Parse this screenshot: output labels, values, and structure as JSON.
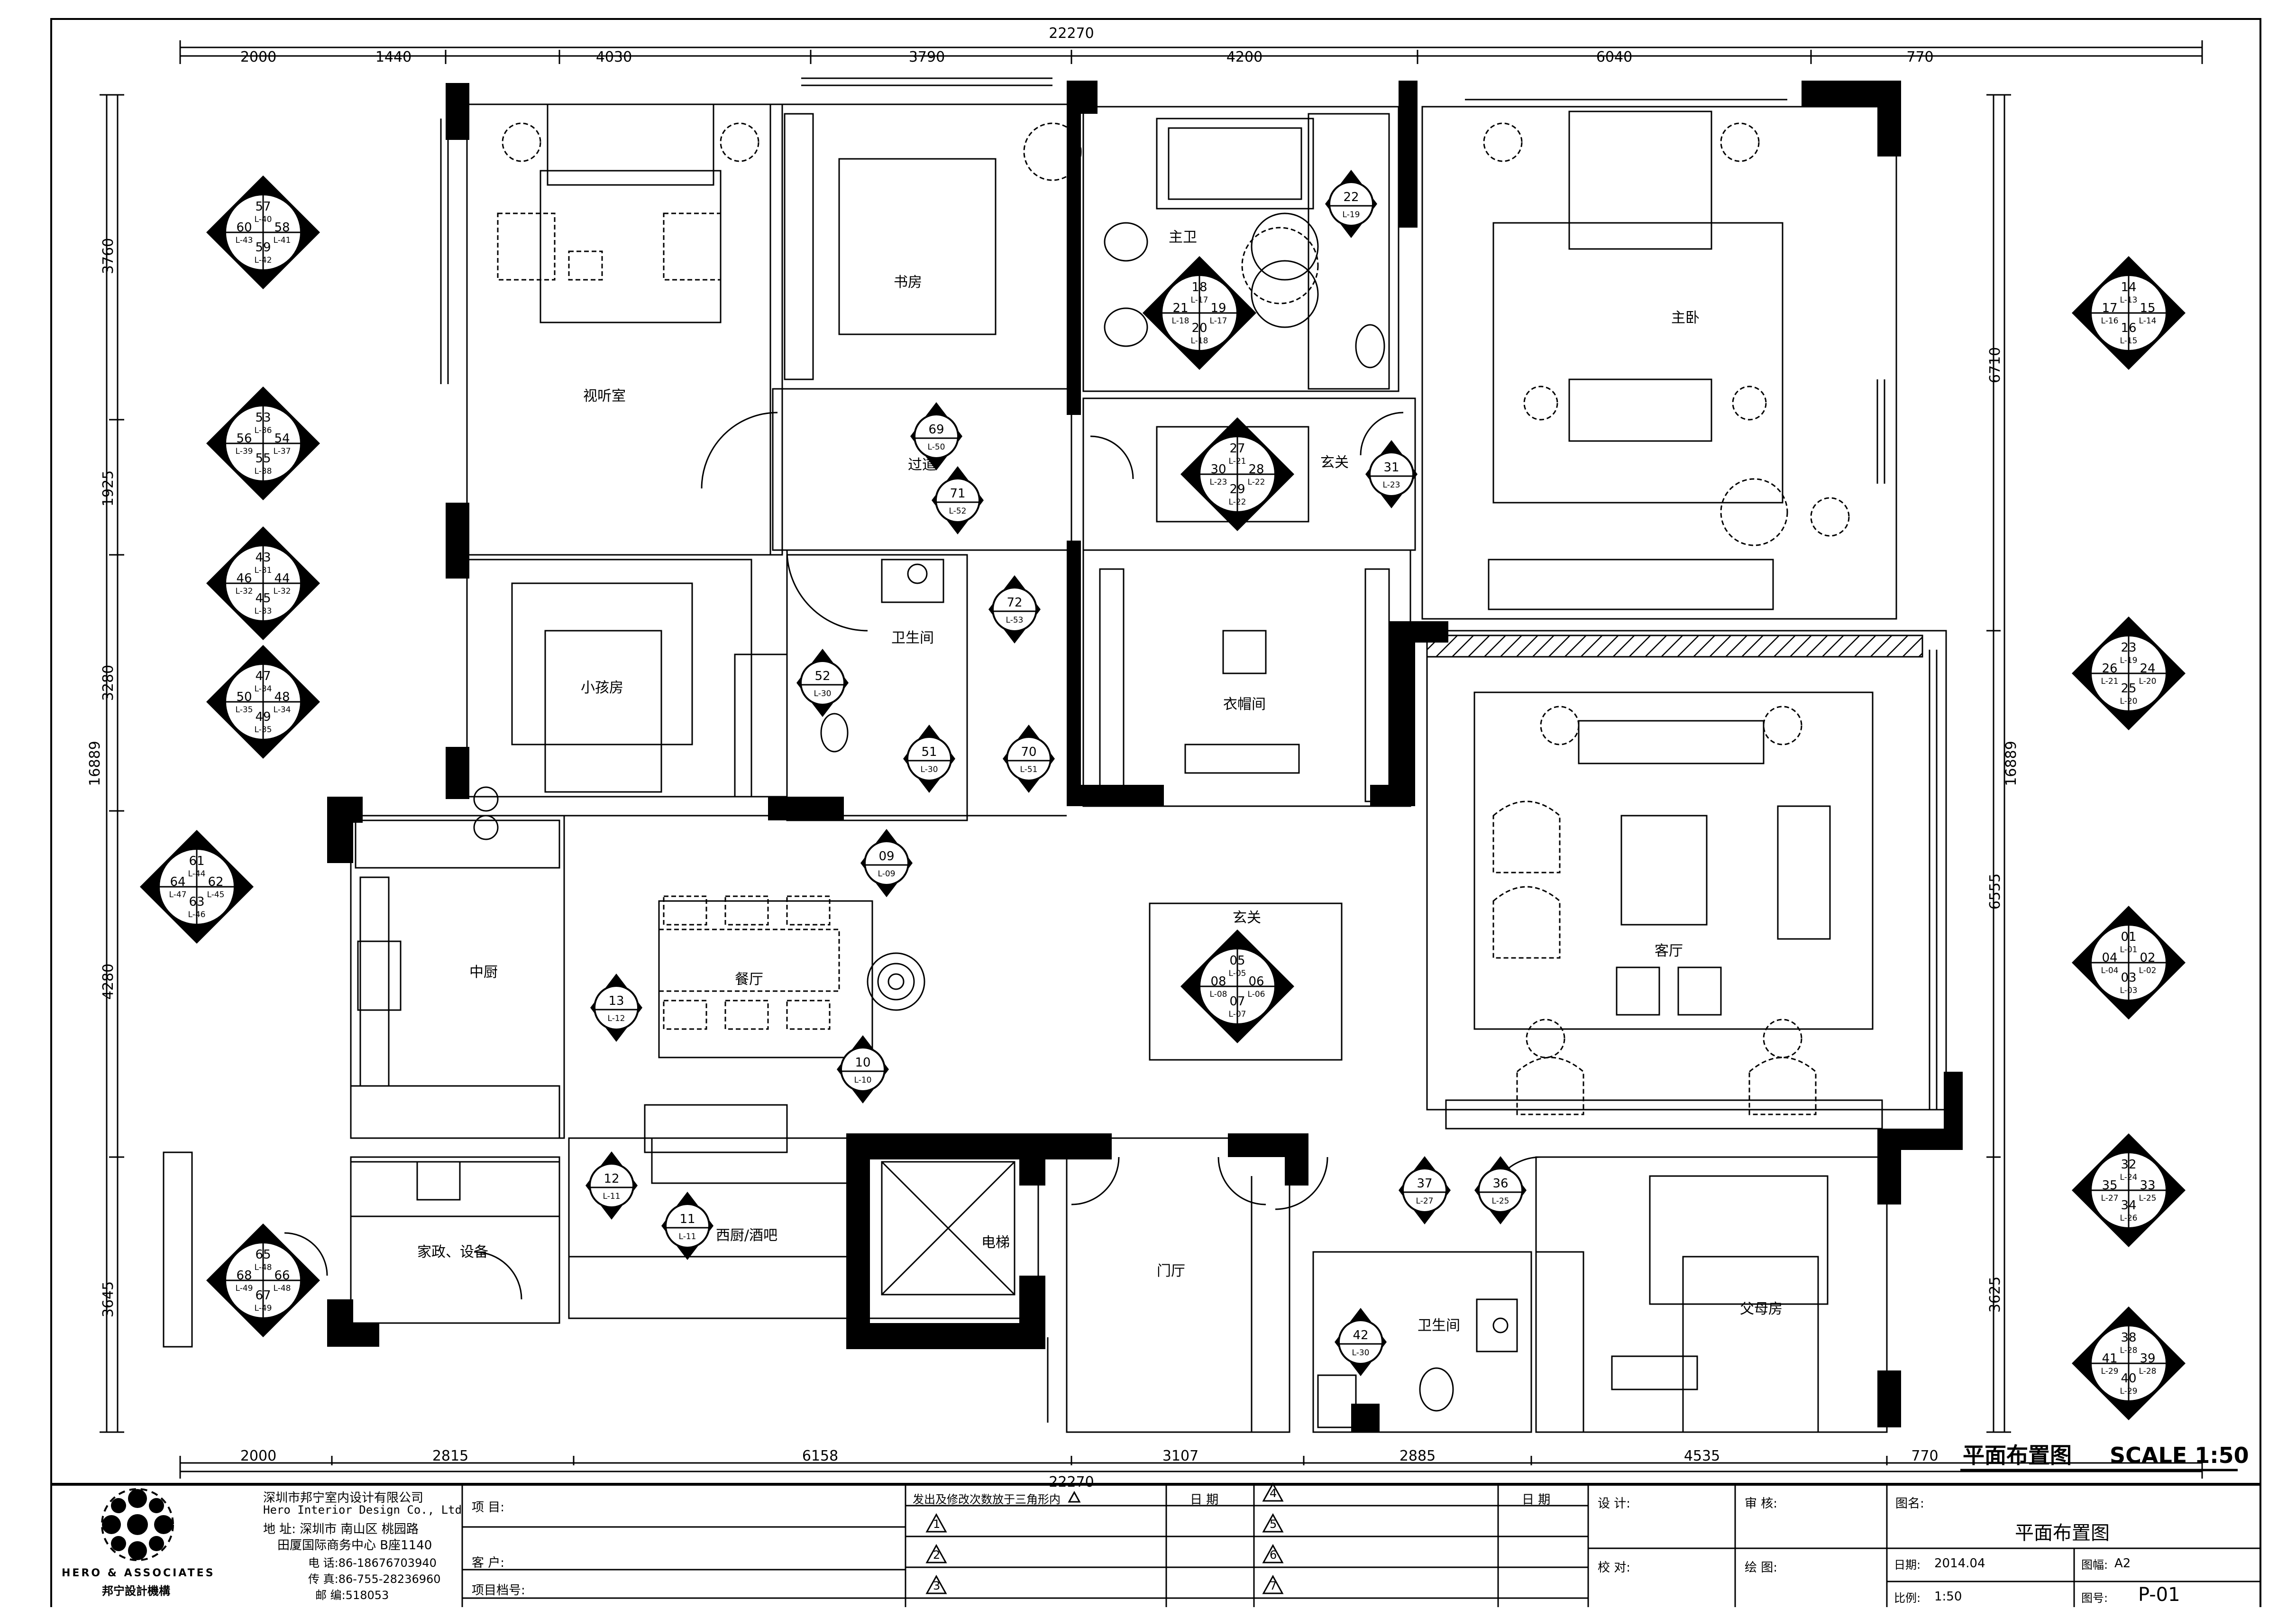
{
  "drawing": {
    "heading": "平面布置图",
    "scale": "SCALE 1:50"
  },
  "dimensions": {
    "total_width": "22270",
    "top": [
      "2000",
      "1440",
      "4030",
      "3790",
      "4200",
      "6040",
      "770"
    ],
    "bottom": [
      "2000",
      "2815",
      "6158",
      "3107",
      "2885",
      "4535",
      "770"
    ],
    "left": [
      "3760",
      "1925",
      "3280",
      "4280",
      "3645"
    ],
    "left_total": "16889",
    "right": [
      "6710",
      "6555",
      "3625"
    ],
    "right_total": "16889"
  },
  "rooms": {
    "viewing": "视听室",
    "study": "书房",
    "master_bath": "主卫",
    "master_bed": "主卧",
    "corridor": "过道",
    "foyer_upper": "玄关",
    "kids_room": "小孩房",
    "bathroom": "卫生间",
    "closet": "衣帽间",
    "living": "客厅",
    "kitchen": "中厨",
    "dining": "餐厅",
    "foyer_center": "玄关",
    "bar": "西厨/酒吧",
    "housekeeping": "家政、设备",
    "elevator": "电梯",
    "entrance_hall": "门厅",
    "bathroom2": "卫生间",
    "parents_room": "父母房"
  },
  "elevation_markers": [
    {
      "n": [
        "57",
        "58",
        "59",
        "60"
      ],
      "s": [
        "L-40",
        "L-41",
        "L-42",
        "L-43"
      ]
    },
    {
      "n": [
        "53",
        "54",
        "55",
        "56"
      ],
      "s": [
        "L-36",
        "L-37",
        "L-38",
        "L-39"
      ]
    },
    {
      "n": [
        "43",
        "44",
        "45",
        "46"
      ],
      "s": [
        "L-31",
        "L-32",
        "L-33",
        "L-32"
      ]
    },
    {
      "n": [
        "47",
        "48",
        "49",
        "50"
      ],
      "s": [
        "L-34",
        "L-34",
        "L-35",
        "L-35"
      ]
    },
    {
      "n": [
        "61",
        "62",
        "63",
        "64"
      ],
      "s": [
        "L-44",
        "L-45",
        "L-46",
        "L-47"
      ]
    },
    {
      "n": [
        "65",
        "66",
        "67",
        "68"
      ],
      "s": [
        "L-48",
        "L-48",
        "L-49",
        "L-49"
      ]
    },
    {
      "n": [
        "18",
        "19",
        "20",
        "21"
      ],
      "s": [
        "L-17",
        "L-17",
        "L-18",
        "L-18"
      ]
    },
    {
      "n": [
        "27",
        "28",
        "29",
        "30"
      ],
      "s": [
        "L-21",
        "L-22",
        "L-22",
        "L-23"
      ]
    },
    {
      "n": [
        "05",
        "06",
        "07",
        "08"
      ],
      "s": [
        "L-05",
        "L-06",
        "L-07",
        "L-08"
      ]
    },
    {
      "n": [
        "14",
        "15",
        "16",
        "17"
      ],
      "s": [
        "L-13",
        "L-14",
        "L-15",
        "L-16"
      ]
    },
    {
      "n": [
        "23",
        "24",
        "25",
        "26"
      ],
      "s": [
        "L-19",
        "L-20",
        "L-20",
        "L-21"
      ]
    },
    {
      "n": [
        "01",
        "02",
        "03",
        "04"
      ],
      "s": [
        "L-01",
        "L-02",
        "L-03",
        "L-04"
      ]
    },
    {
      "n": [
        "32",
        "33",
        "34",
        "35"
      ],
      "s": [
        "L-24",
        "L-25",
        "L-26",
        "L-27"
      ]
    },
    {
      "n": [
        "38",
        "39",
        "40",
        "41"
      ],
      "s": [
        "L-28",
        "L-28",
        "L-29",
        "L-29"
      ]
    }
  ],
  "section_markers": [
    {
      "n": "69",
      "s": "L-50"
    },
    {
      "n": "71",
      "s": "L-52"
    },
    {
      "n": "72",
      "s": "L-53"
    },
    {
      "n": "70",
      "s": "L-51"
    },
    {
      "n": "52",
      "s": "L-30"
    },
    {
      "n": "51",
      "s": "L-30"
    },
    {
      "n": "22",
      "s": "L-19"
    },
    {
      "n": "31",
      "s": "L-23"
    },
    {
      "n": "09",
      "s": "L-09"
    },
    {
      "n": "13",
      "s": "L-12"
    },
    {
      "n": "10",
      "s": "L-10"
    },
    {
      "n": "12",
      "s": "L-11"
    },
    {
      "n": "11",
      "s": "L-11"
    },
    {
      "n": "37",
      "s": "L-27"
    },
    {
      "n": "36",
      "s": "L-25"
    },
    {
      "n": "42",
      "s": "L-30"
    }
  ],
  "title_block": {
    "company_cn": "深圳市邦宁室内设计有限公司",
    "company_en": "Hero Interior Design Co., Ltd",
    "addr1": "地 址: 深圳市 南山区 桃园路",
    "addr2": "田厦国际商务中心 B座1140",
    "phone": "电 话:86-18676703940",
    "fax": "传 真:86-755-28236960",
    "postcode": "邮 编:518053",
    "logo_en": "HERO & ASSOCIATES",
    "logo_cn": "邦宁設計機構",
    "project_label": "项 目:",
    "client_label": "客 户:",
    "project_no_label": "项目档号:",
    "revision_note": "发出及修改次数放于三角形内",
    "date_label": "日 期",
    "rev_numbers": [
      "1",
      "2",
      "3",
      "4",
      "5",
      "6",
      "7"
    ],
    "design_label": "设 计:",
    "review_label": "审 核:",
    "check_label": "校 对:",
    "draw_label": "绘 图:",
    "drawing_name_label": "图名:",
    "drawing_name": "平面布置图",
    "date_field_label": "日期:",
    "date_value": "2014.04",
    "size_label": "图幅:",
    "size_value": "A2",
    "scale_label": "比例:",
    "scale_value": "1:50",
    "sheet_label": "图号:",
    "sheet_value": "P-01"
  }
}
